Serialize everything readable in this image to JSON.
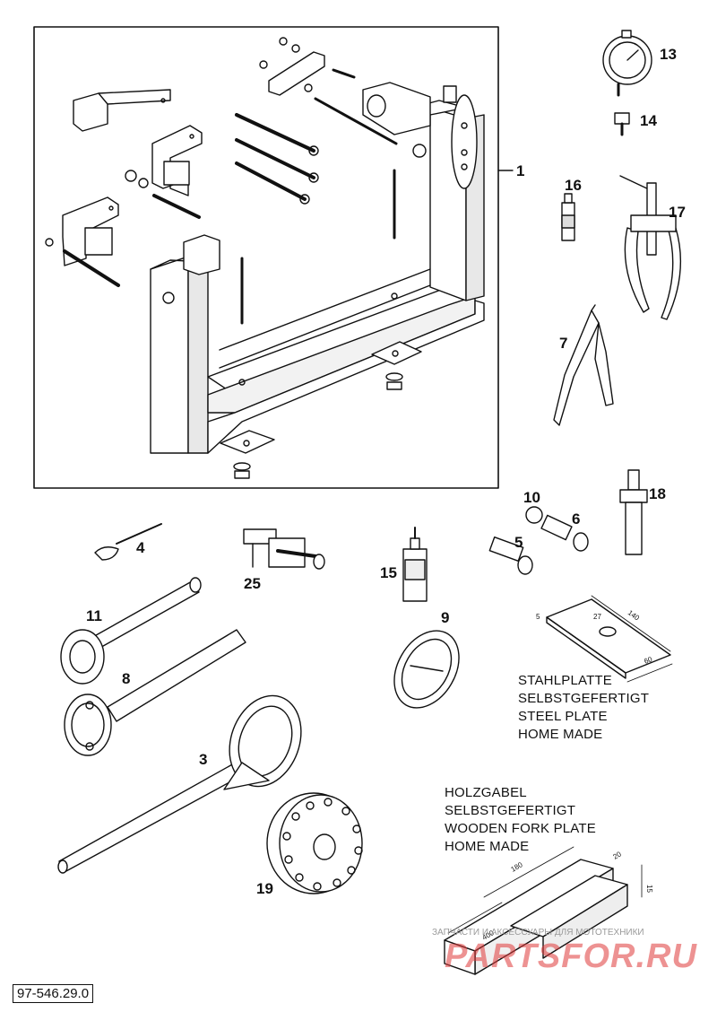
{
  "callouts": [
    {
      "id": "1",
      "label": "1"
    },
    {
      "id": "3",
      "label": "3"
    },
    {
      "id": "4",
      "label": "4"
    },
    {
      "id": "5",
      "label": "5"
    },
    {
      "id": "6",
      "label": "6"
    },
    {
      "id": "7",
      "label": "7"
    },
    {
      "id": "8",
      "label": "8"
    },
    {
      "id": "9",
      "label": "9"
    },
    {
      "id": "10",
      "label": "10"
    },
    {
      "id": "11",
      "label": "11"
    },
    {
      "id": "13",
      "label": "13"
    },
    {
      "id": "14",
      "label": "14"
    },
    {
      "id": "15",
      "label": "15"
    },
    {
      "id": "16",
      "label": "16"
    },
    {
      "id": "17",
      "label": "17"
    },
    {
      "id": "18",
      "label": "18"
    },
    {
      "id": "19",
      "label": "19"
    },
    {
      "id": "25",
      "label": "25"
    }
  ],
  "steel_plate_note": [
    "STAHLPLATTE",
    "SELBSTGEFERTIGT",
    "STEEL PLATE",
    "HOME MADE"
  ],
  "wooden_fork_note": [
    "HOLZGABEL",
    "SELBSTGEFERTIGT",
    "WOODEN FORK PLATE",
    "HOME MADE"
  ],
  "steel_plate_dims": {
    "length": "140",
    "width": "60",
    "thickness": "5",
    "hole": "27"
  },
  "wood_dims": {
    "length": "180",
    "length_total": "400",
    "width": "20",
    "height": "15"
  },
  "document_number": "97-546.29.0",
  "watermark": {
    "line1": "ЗАПЧАСТИ И АКСЕССУАРЫ ДЛЯ МОТОТЕХНИКИ",
    "line2": "PARTSFOR.RU"
  }
}
